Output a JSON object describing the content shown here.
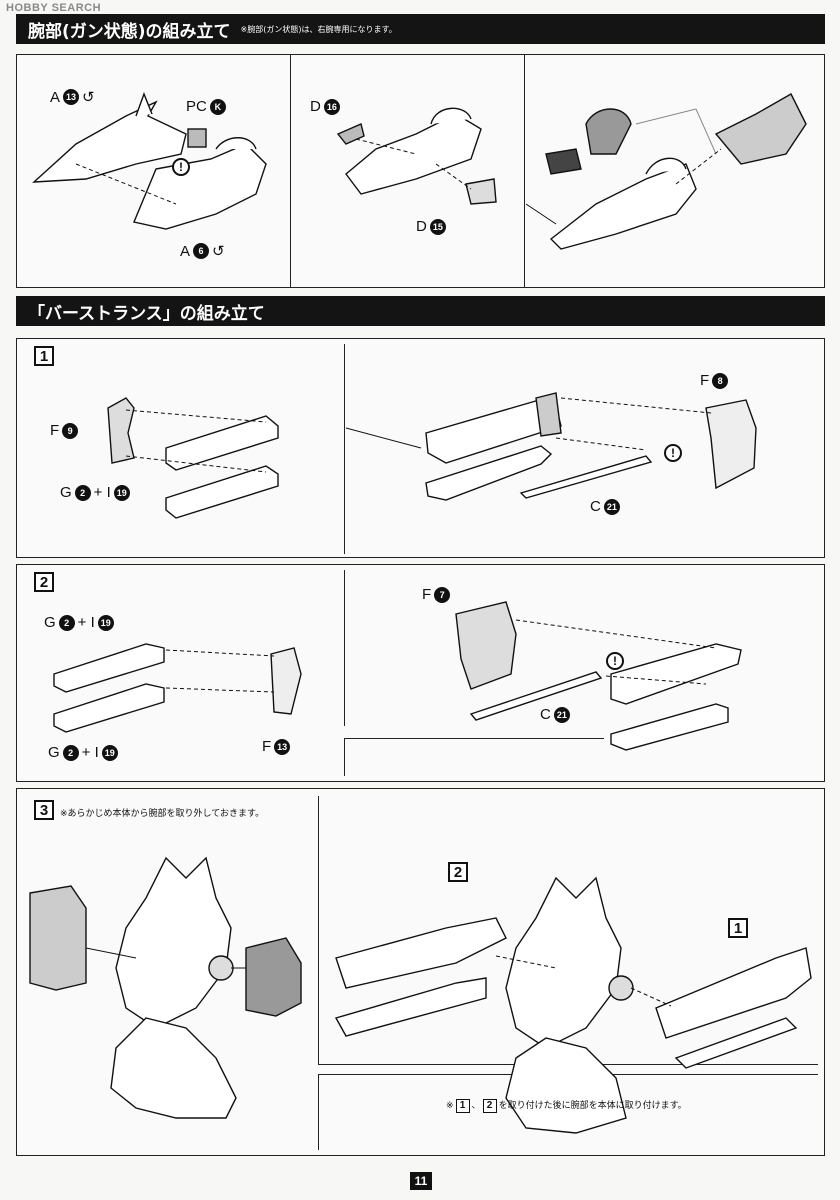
{
  "watermark": "HOBBY SEARCH",
  "section1": {
    "title": "腕部(ガン状態)の組み立て",
    "note": "※腕部(ガン状態)は、右腕専用になります。",
    "labels": {
      "a13": {
        "letter": "A",
        "num": "13"
      },
      "pck": {
        "letter": "PC",
        "num": "K"
      },
      "a6": {
        "letter": "A",
        "num": "6"
      },
      "d16": {
        "letter": "D",
        "num": "16"
      },
      "d15": {
        "letter": "D",
        "num": "15"
      }
    }
  },
  "section2": {
    "title": "「バーストランス」の組み立て",
    "step1": {
      "number": "1",
      "f9": {
        "letter": "F",
        "num": "9"
      },
      "g2": {
        "letter": "G",
        "num": "2",
        "plus": "+ I",
        "num2": "19"
      },
      "f8": {
        "letter": "F",
        "num": "8"
      },
      "c21": {
        "letter": "C",
        "num": "21"
      }
    },
    "step2": {
      "number": "2",
      "g2a": {
        "letter": "G",
        "num": "2",
        "plus": "+ I",
        "num2": "19"
      },
      "g2b": {
        "letter": "G",
        "num": "2",
        "plus": "+ I",
        "num2": "19"
      },
      "f13": {
        "letter": "F",
        "num": "13"
      },
      "f7": {
        "letter": "F",
        "num": "7"
      },
      "c21": {
        "letter": "C",
        "num": "21"
      }
    },
    "step3": {
      "number": "3",
      "note": "※あらかじめ本体から腕部を取り外しておきます。",
      "ref2": "2",
      "ref1": "1",
      "bottom_note": {
        "prefix": "※",
        "a": "1",
        "sep": "、",
        "b": "2",
        "suffix": "を取り付けた後に腕部を本体に取り付けます。"
      }
    }
  },
  "page_number": "11",
  "warn_symbol": "!"
}
